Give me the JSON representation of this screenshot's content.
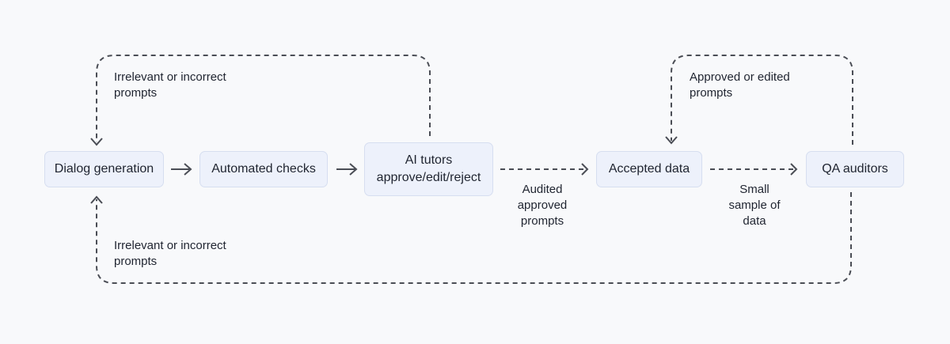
{
  "nodes": {
    "dialog_generation": "Dialog generation",
    "automated_checks": "Automated checks",
    "ai_tutors_line1": "AI tutors",
    "ai_tutors_line2": "approve/edit/reject",
    "accepted_data": "Accepted data",
    "qa_auditors": "QA auditors"
  },
  "labels": {
    "top_left_line1": "Irrelevant or incorrect",
    "top_left_line2": "prompts",
    "bottom_left_line1": "Irrelevant or incorrect",
    "bottom_left_line2": "prompts",
    "audited_line1": "Audited",
    "audited_line2": "approved",
    "audited_line3": "prompts",
    "sample_line1": "Small",
    "sample_line2": "sample of",
    "sample_line3": "data",
    "approved_edited_line1": "Approved or edited",
    "approved_edited_line2": "prompts"
  },
  "colors": {
    "background": "#f8f9fb",
    "node_fill": "#edf1fb",
    "node_border": "#d6def0",
    "line": "#4a4d55",
    "text": "#1f2430"
  }
}
